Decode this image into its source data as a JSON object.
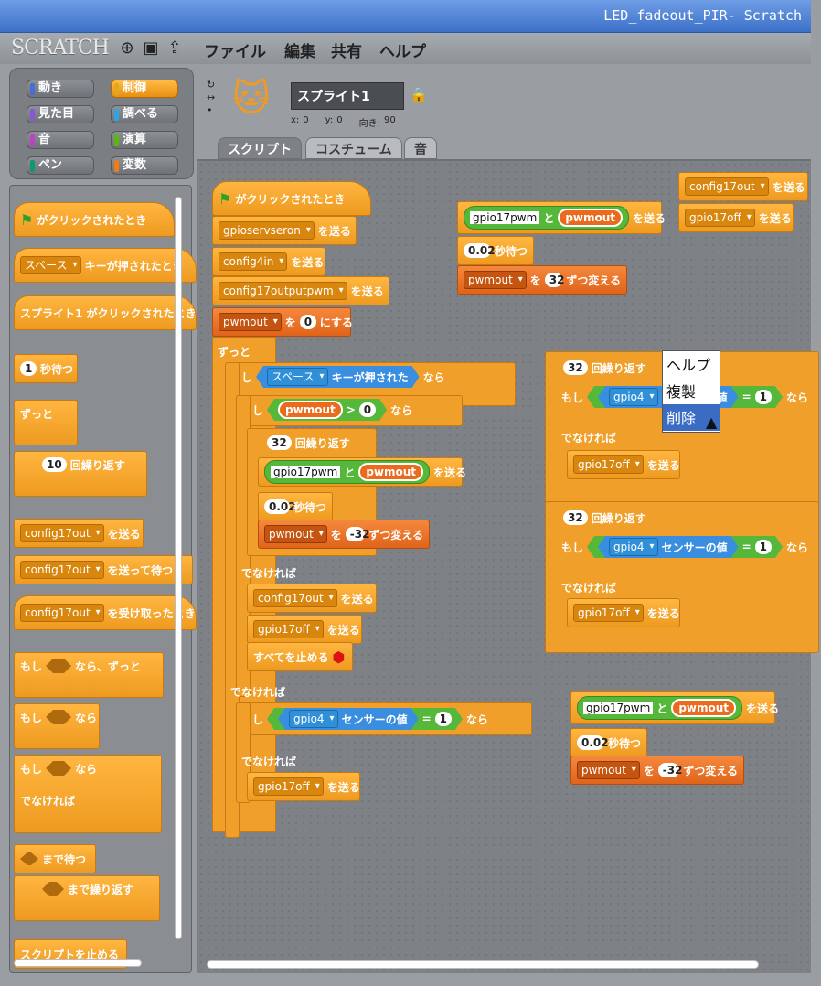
{
  "window": {
    "title": "LED_fadeout_PIR- Scratch"
  },
  "menubar": {
    "logo": "SCRATCH",
    "items": [
      "ファイル",
      "編集",
      "共有",
      "ヘルプ"
    ]
  },
  "categories": [
    {
      "label": "動き",
      "color": "#4a6cd4"
    },
    {
      "label": "制御",
      "color": "#e1a91a",
      "selected": true
    },
    {
      "label": "見た目",
      "color": "#8a55d7"
    },
    {
      "label": "調べる",
      "color": "#2ca5e2"
    },
    {
      "label": "音",
      "color": "#bb42c3"
    },
    {
      "label": "演算",
      "color": "#5cb712"
    },
    {
      "label": "ペン",
      "color": "#0e9a6c"
    },
    {
      "label": "変数",
      "color": "#ee7d16"
    }
  ],
  "palette": {
    "when_flag": "がクリックされたとき",
    "when_key_dd": "スペース",
    "when_key_txt": "キーが押されたとき",
    "when_sprite": "スプライト1 がクリックされたとき",
    "wait_num": "1",
    "wait_txt": "秒待つ",
    "forever": "ずっと",
    "repeat_num": "10",
    "repeat_txt": "回繰り返す",
    "broadcast_dd": "config17out",
    "broadcast_txt": "を送る",
    "broadcastwait_dd": "config17out",
    "broadcastwait_txt": "を送って待つ",
    "receive_dd": "config17out",
    "receive_txt": "を受け取ったとき",
    "if_forever_a": "もし",
    "if_forever_b": "なら、ずっと",
    "if_a": "もし",
    "if_b": "なら",
    "ifelse_a": "もし",
    "ifelse_b": "なら",
    "else": "でなければ",
    "waituntil": "まで待つ",
    "repeatuntil": "まで繰り返す",
    "stopscript": "スクリプトを止める"
  },
  "sprite": {
    "name": "スプライト1",
    "x_label": "x:",
    "x": "0",
    "y_label": "y:",
    "y": "0",
    "dir_label": "向き:",
    "dir": "90"
  },
  "tabs": [
    "スクリプト",
    "コスチューム",
    "音"
  ],
  "script": {
    "hat": "がクリックされたとき",
    "b1_dd": "gpioservseron",
    "send": "を送る",
    "b2_dd": "config4in",
    "b3_dd": "config17outputpwm",
    "set_dd": "pwmout",
    "set_to": "を",
    "set_val": "0",
    "set_end": "にする",
    "forever": "ずっと",
    "if": "もし",
    "then": "なら",
    "key_dd": "スペース",
    "key_txt": "キーが押された",
    "pwmout": "pwmout",
    "gt": ">",
    "gt_val": "0",
    "rep_val": "32",
    "rep_txt": "回繰り返す",
    "gpio17pwm": "gpio17pwm",
    "and": "と",
    "wait_val": "0.02",
    "wait_txt": "秒待つ",
    "chg_to": "を",
    "chg_val": "-32",
    "chg_txt": "ずつ変える",
    "else": "でなければ",
    "config17out": "config17out",
    "gpio17off": "gpio17off",
    "stopall": "すべてを止める",
    "gpio4": "gpio4",
    "sensor": "センサーの値",
    "eq": "=",
    "eq_val": "1"
  },
  "loose": {
    "a_chg_val": "32",
    "b_config": "config17out",
    "b_off": "gpio17off",
    "c_rep": "32",
    "d_rep": "32",
    "e_chg": "-32"
  },
  "context_menu": {
    "items": [
      "ヘルプ",
      "複製",
      "削除"
    ],
    "highlighted": 2
  }
}
